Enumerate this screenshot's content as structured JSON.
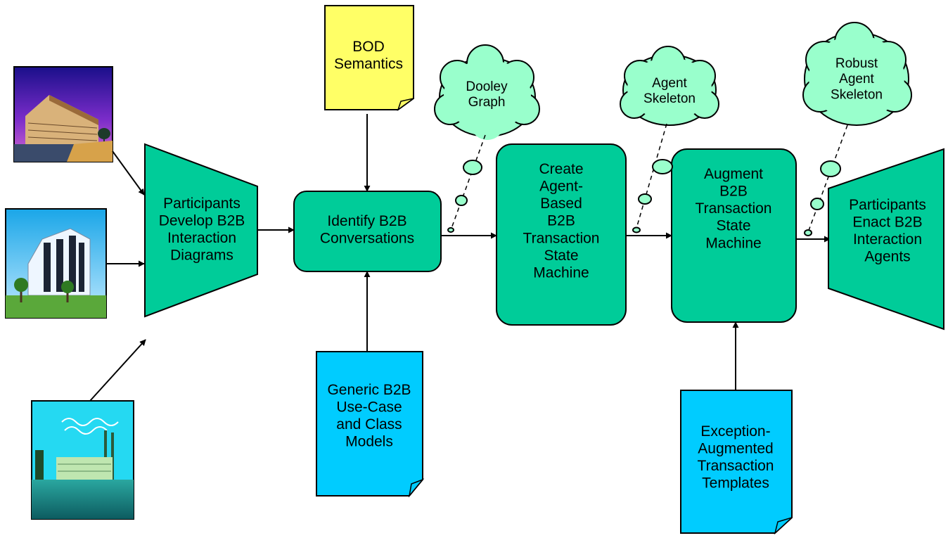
{
  "colors": {
    "process_fill": "#00cc99",
    "input_doc_fill": "#ffff66",
    "model_doc_fill": "#00ccff",
    "cloud_fill": "#99ffcc",
    "stroke": "#000000"
  },
  "icons": {
    "building_top": "office-building-photo-icon",
    "building_mid": "modern-office-building-icon",
    "building_bottom": "factory-waterfront-icon"
  },
  "nodes": {
    "participants_develop": [
      "Participants",
      "Develop B2B",
      "Interaction",
      "Diagrams"
    ],
    "identify_conversations": [
      "Identify B2B",
      "Conversations"
    ],
    "create_agent_machine": [
      "Create",
      "Agent-",
      "Based",
      "B2B",
      "Transaction",
      "State",
      "Machine"
    ],
    "augment_machine": [
      "Augment",
      "B2B",
      "Transaction",
      "State",
      "Machine"
    ],
    "participants_enact": [
      "Participants",
      "Enact B2B",
      "Interaction",
      "Agents"
    ]
  },
  "documents": {
    "bod_semantics": [
      "BOD",
      "Semantics"
    ],
    "generic_models": [
      "Generic B2B",
      "Use-Case",
      "and Class",
      "Models"
    ],
    "exception_templates": [
      "Exception-",
      "Augmented",
      "Transaction",
      "Templates"
    ]
  },
  "clouds": {
    "dooley_graph": [
      "Dooley",
      "Graph"
    ],
    "agent_skeleton": [
      "Agent",
      "Skeleton"
    ],
    "robust_agent_skeleton": [
      "Robust",
      "Agent",
      "Skeleton"
    ]
  }
}
